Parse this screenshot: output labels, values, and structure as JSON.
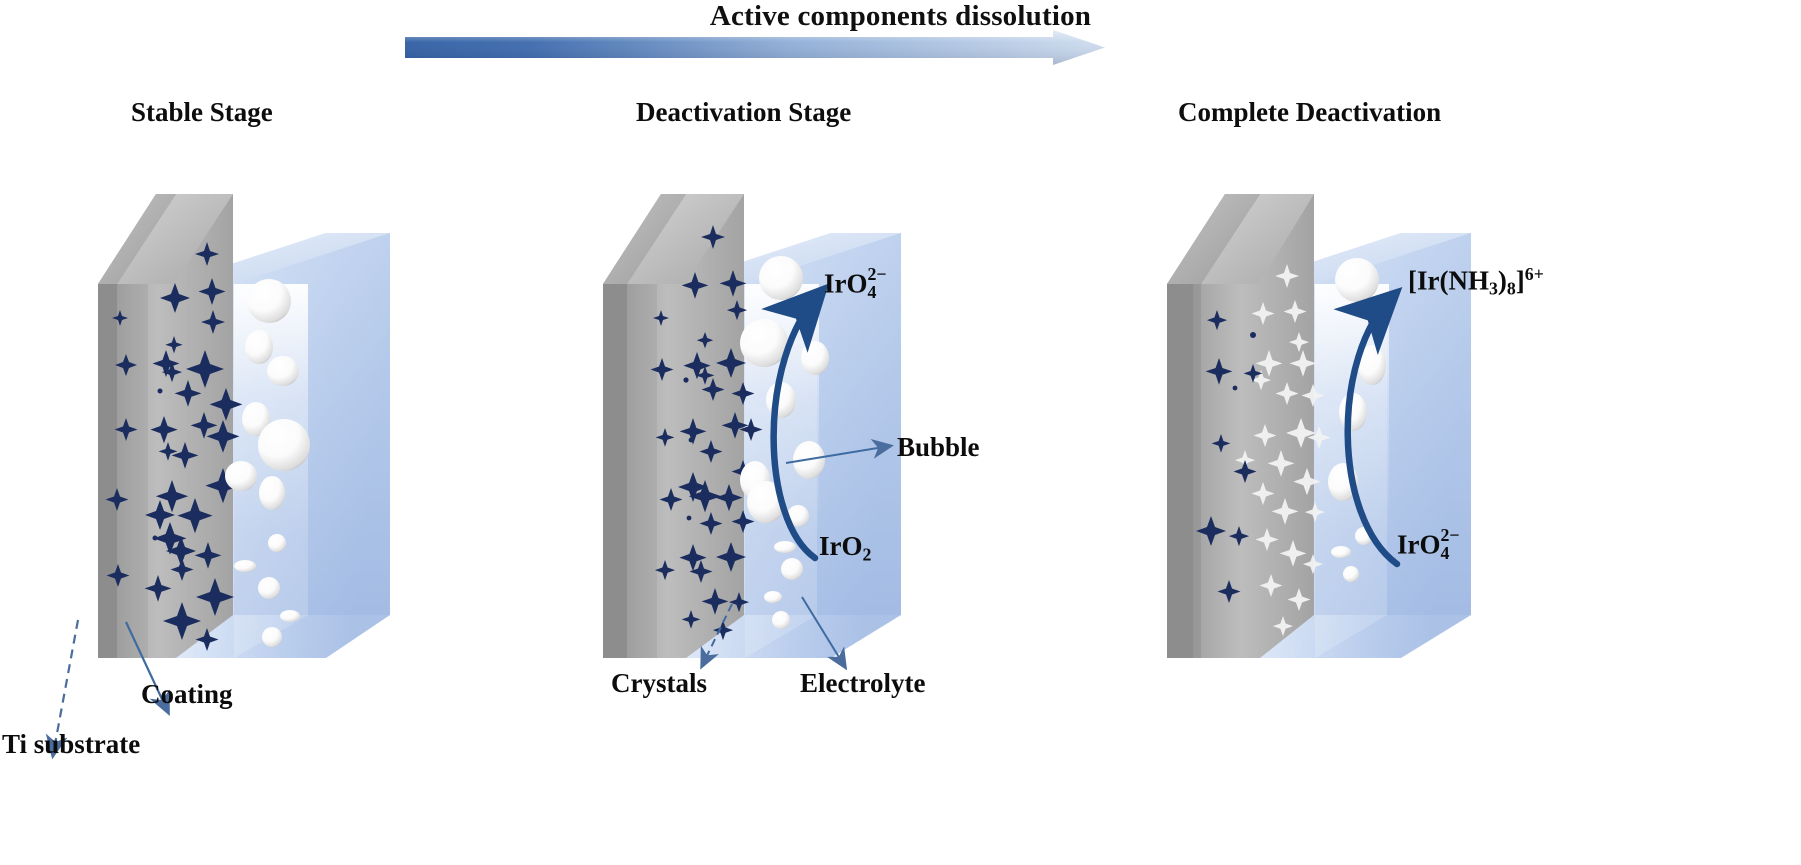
{
  "figure": {
    "banner_title": "Active components dissolution",
    "flow_arrow_name": "dissolution-progress-arrow",
    "colors": {
      "arrow_dark_blue": "#2a5596",
      "arrow_light_blue": "#b6cbe8",
      "crystal_navy": "#1b2d5e",
      "substrate_gray": "#9a9a9a",
      "coating_gray": "#b6b6b6",
      "electrolyte_blue": "#aec4e8",
      "leader_blue": "#4a6d9e",
      "curve_navy": "#1f4b86"
    }
  },
  "stages": [
    {
      "id": "stable",
      "title": "Stable Stage"
    },
    {
      "id": "deactivation",
      "title": "Deactivation Stage"
    },
    {
      "id": "complete",
      "title": "Complete  Deactivation"
    }
  ],
  "labels": {
    "ti_substrate": "Ti substrate",
    "coating": "Coating",
    "crystals": "Crystals",
    "electrolyte": "Electrolyte",
    "bubble": "Bubble"
  },
  "species": {
    "irO2": {
      "element": "IrO",
      "sub": "2"
    },
    "irO4_2minus": {
      "element": "IrO",
      "sub": "4",
      "sup": "2−"
    },
    "ir_ammine": {
      "pre": "[Ir(NH",
      "sub1": "3",
      "mid": ")",
      "sub2": "8",
      "post": "]",
      "sup": "6+"
    }
  },
  "species_text": {
    "irO2_full": "IrO2",
    "irO4_full": "IrO4 2−",
    "ir_ammine_full": "[Ir(NH3)8]6+"
  },
  "chart_data": {
    "type": "diagram",
    "title": "Active components dissolution",
    "description": "Three-panel schematic of an IrO2-coated Ti electrode degrading from a stable stage, through a deactivation stage, to complete deactivation.",
    "panels": [
      {
        "stage": "Stable Stage",
        "crystal_density": "high",
        "crystal_color": "navy",
        "bubble_count": 12,
        "callouts": [
          "Ti substrate",
          "Coating"
        ]
      },
      {
        "stage": "Deactivation Stage",
        "crystal_density": "medium",
        "crystal_color": "navy",
        "bubble_count": 13,
        "callouts": [
          "IrO4 2−",
          "Bubble",
          "IrO2",
          "Crystals",
          "Electrolyte"
        ]
      },
      {
        "stage": "Complete  Deactivation",
        "crystal_density": "low",
        "crystal_color": "white-faded",
        "bubble_count": 7,
        "callouts": [
          "[Ir(NH3)8]6+",
          "IrO4 2−"
        ]
      }
    ]
  }
}
